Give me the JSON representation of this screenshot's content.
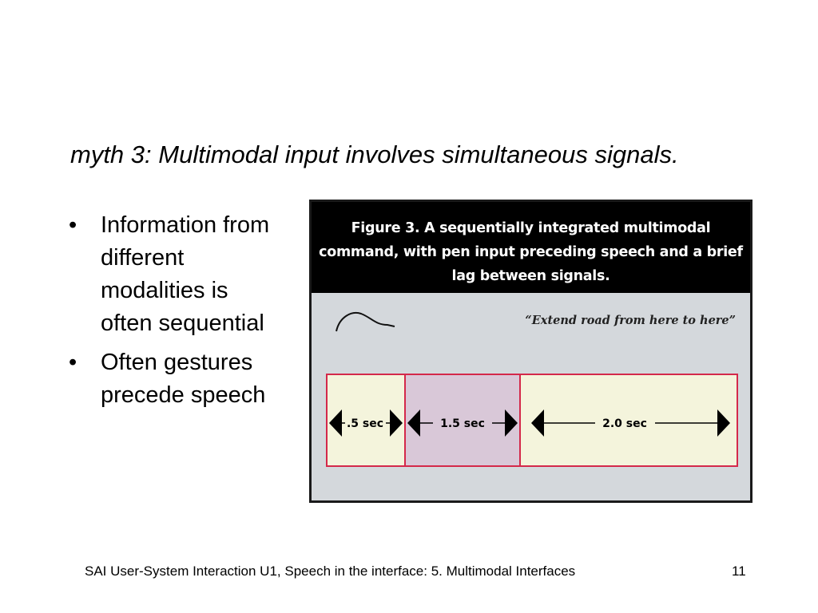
{
  "title": "myth 3: Multimodal input involves simultaneous signals.",
  "bullets": [
    {
      "text": "Information from different modalities is often sequential"
    },
    {
      "text": "Often gestures precede speech"
    }
  ],
  "figure": {
    "caption": "Figure 3. A sequentially integrated multimodal command, with pen input preceding speech and a brief lag between signals.",
    "quote": "“Extend road from here to here”",
    "segments": [
      {
        "label": ".5 sec",
        "color": "#f4f4dc"
      },
      {
        "label": "1.5 sec",
        "color": "#d9c8d8"
      },
      {
        "label": "2.0 sec",
        "color": "#f4f4dc"
      }
    ],
    "border_color": "#d4284a"
  },
  "footer": {
    "text": "SAI User-System Interaction U1, Speech in the interface: 5. Multimodal Interfaces",
    "page": "11"
  }
}
